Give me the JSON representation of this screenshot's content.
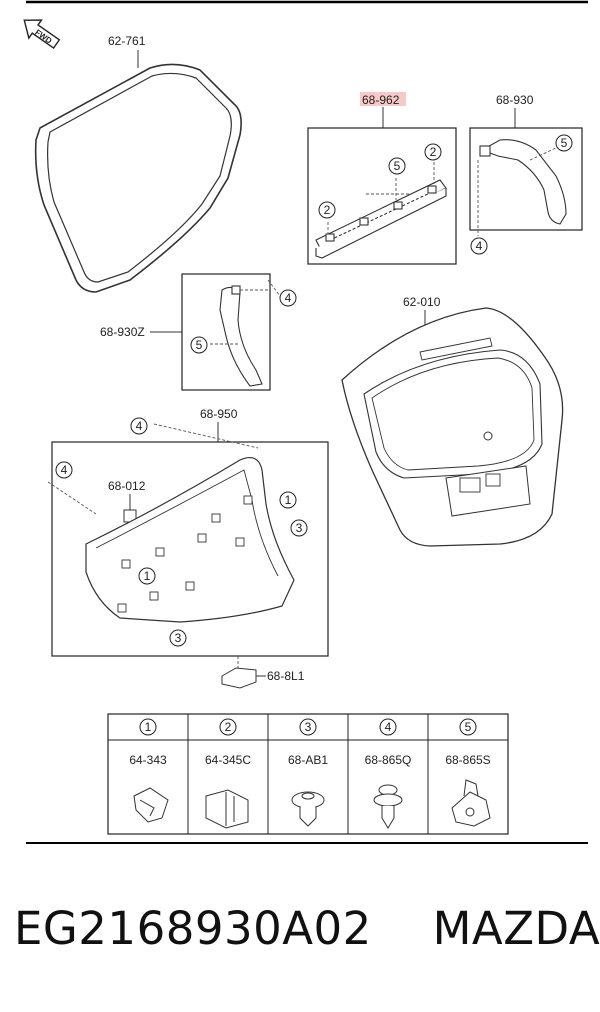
{
  "fwd_label": "FWD",
  "part_labels": {
    "weatherstrip": "62-761",
    "highlighted_part": "68-962",
    "right_trim": "68-930",
    "left_trim": "68-930Z",
    "liftgate": "62-010",
    "lower_trim": "68-950",
    "clip": "68-012",
    "handle": "68-8L1"
  },
  "callouts": {
    "c1": "①",
    "c2": "②",
    "c3": "③",
    "c4": "④",
    "c5": "⑤"
  },
  "callout_numbers": [
    "1",
    "2",
    "3",
    "4",
    "5"
  ],
  "fastener_table": [
    {
      "no": "1",
      "code": "64-343"
    },
    {
      "no": "2",
      "code": "64-345C"
    },
    {
      "no": "3",
      "code": "68-AB1"
    },
    {
      "no": "4",
      "code": "68-865Q"
    },
    {
      "no": "5",
      "code": "68-865S"
    }
  ],
  "caption": {
    "part_number": "EG2168930A02",
    "brand": "MAZDA"
  },
  "colors": {
    "highlight_fill": "#f7c9c9",
    "line": "#333333",
    "dash": "#555555"
  }
}
